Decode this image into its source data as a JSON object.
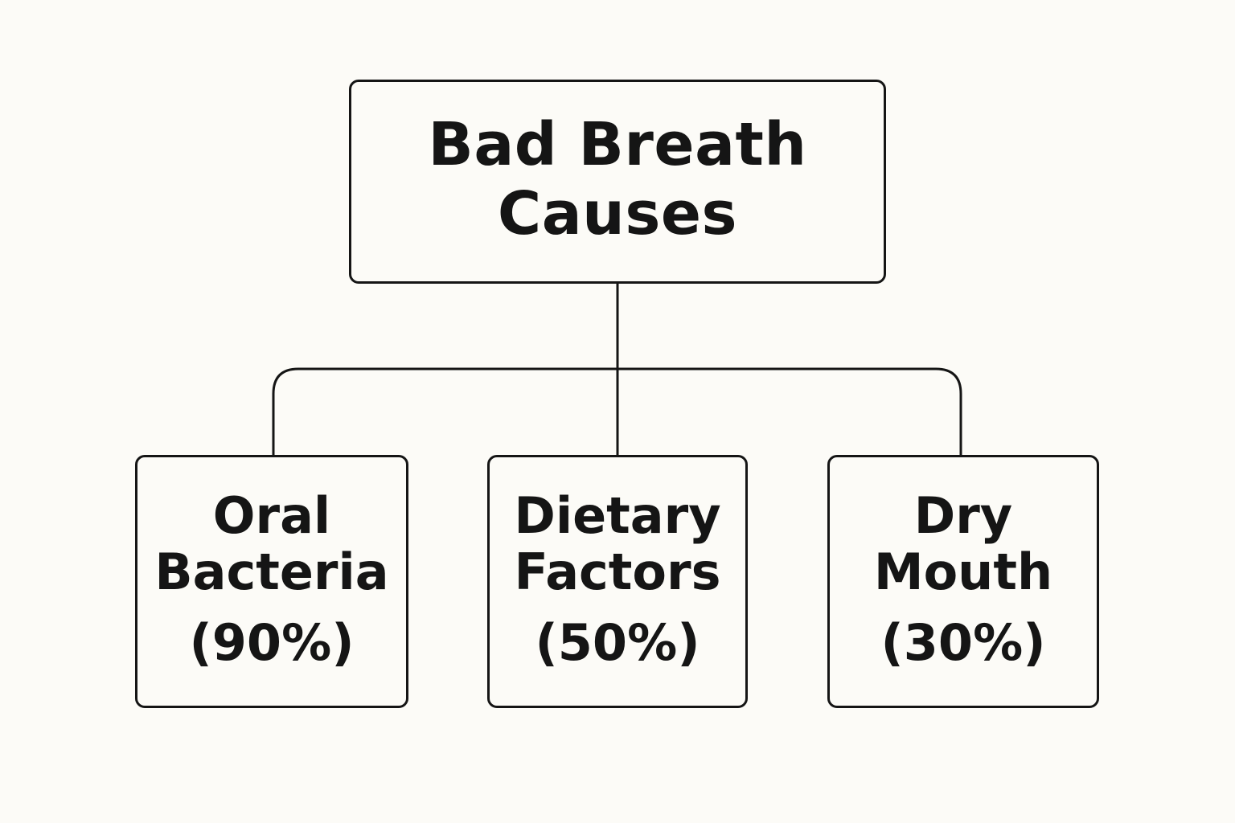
{
  "diagram": {
    "root": {
      "line1": "Bad Breath",
      "line2": "Causes"
    },
    "causes": [
      {
        "line1": "Oral",
        "line2": "Bacteria",
        "percent": "(90%)"
      },
      {
        "line1": "Dietary",
        "line2": "Factors",
        "percent": "(50%)"
      },
      {
        "line1": "Dry",
        "line2": "Mouth",
        "percent": "(30%)"
      }
    ]
  },
  "colors": {
    "background": "#fcfbf7",
    "stroke": "#151515",
    "text": "#151515"
  }
}
